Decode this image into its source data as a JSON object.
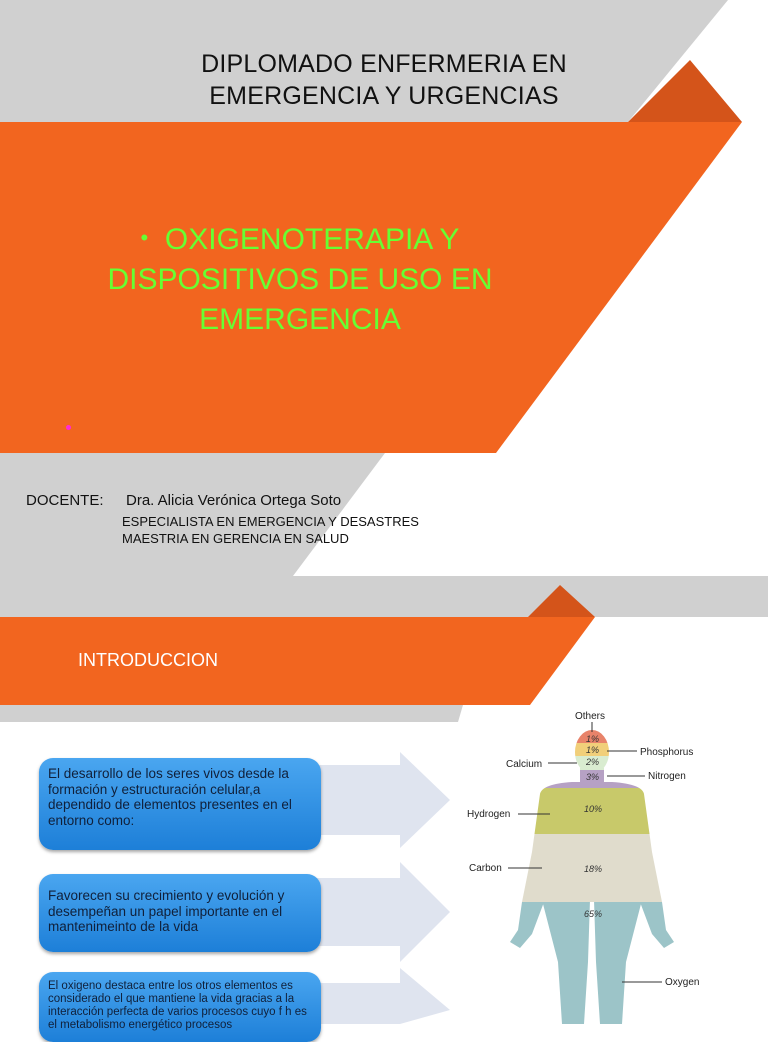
{
  "header": {
    "title_line1": "DIPLOMADO ENFERMERIA EN",
    "title_line2": "EMERGENCIA Y URGENCIAS"
  },
  "topic": {
    "bullet": "•",
    "line1": "OXIGENOTERAPIA Y",
    "line2": "DISPOSITIVOS DE USO EN",
    "line3": "EMERGENCIA"
  },
  "docente": {
    "label": "DOCENTE:",
    "name": "Dra. Alicia Verónica Ortega Soto",
    "credential1": "ESPECIALISTA EN EMERGENCIA Y DESASTRES",
    "credential2": "MAESTRIA EN GERENCIA EN SALUD"
  },
  "section": {
    "title": "INTRODUCCION"
  },
  "boxes": [
    {
      "text": "El desarrollo de los seres vivos desde la formación y estructuración celular,a dependido de elementos presentes en el entorno como:"
    },
    {
      "text": "Favorecen su crecimiento y evolución y desempeñan un papel importante en el mantenimeinto de la vida"
    },
    {
      "text": "El oxigeno destaca entre los otros elementos es considerado el que mantiene la vida gracias a la interacción perfecta de varios procesos cuyo f h es el metabolismo energético procesos"
    }
  ],
  "figure": {
    "labels": {
      "others": "Others",
      "calcium": "Calcium",
      "phosphorus": "Phosphorus",
      "nitrogen": "Nitrogen",
      "hydrogen": "Hydrogen",
      "carbon": "Carbon",
      "oxygen": "Oxygen"
    },
    "percentages": {
      "others": "1%",
      "phosphorus": "1%",
      "calcium": "2%",
      "nitrogen": "3%",
      "hydrogen": "10%",
      "carbon": "18%",
      "oxygen": "65%"
    },
    "colors": {
      "others": "#e8836a",
      "phosphorus": "#f1cf7a",
      "calcium": "#d9ecd0",
      "nitrogen": "#b6a1c4",
      "hydrogen": "#c8c96a",
      "carbon": "#e0dccc",
      "oxygen": "#9cc4c8"
    }
  },
  "theme": {
    "orange": "#f2651f",
    "dark_orange": "#d4541a",
    "gray": "#d0d0d0",
    "green_text": "#66ff33",
    "box_blue": "#2f8fe3"
  }
}
